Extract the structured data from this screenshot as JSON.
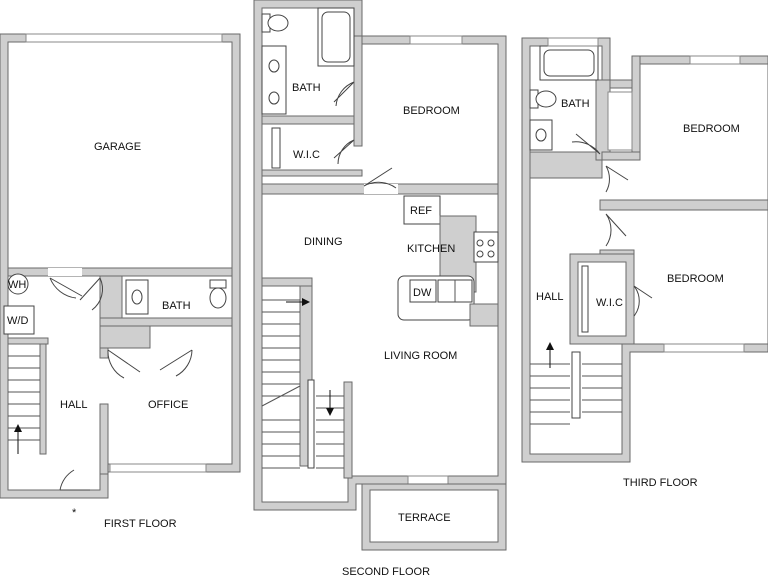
{
  "floors": {
    "first": {
      "label": "FIRST FLOOR",
      "rooms": {
        "garage": "GARAGE",
        "bath": "BATH",
        "hall": "HALL",
        "office": "OFFICE",
        "water_heater": "WH",
        "washer_dryer": "W/D"
      },
      "marker": "*"
    },
    "second": {
      "label": "SECOND FLOOR",
      "rooms": {
        "bath": "BATH",
        "wic": "W.I.C",
        "bedroom": "BEDROOM",
        "dining": "DINING",
        "kitchen": "KITCHEN",
        "ref": "REF",
        "dw": "DW",
        "living_room": "LIVING ROOM",
        "terrace": "TERRACE"
      }
    },
    "third": {
      "label": "THIRD FLOOR",
      "rooms": {
        "bath": "BATH",
        "bedroom_1": "BEDROOM",
        "bedroom_2": "BEDROOM",
        "hall": "HALL",
        "wic": "W.I.C"
      }
    }
  },
  "colors": {
    "wall": "#cfcfcf",
    "outline": "#6a6a6a",
    "text": "#111111"
  }
}
